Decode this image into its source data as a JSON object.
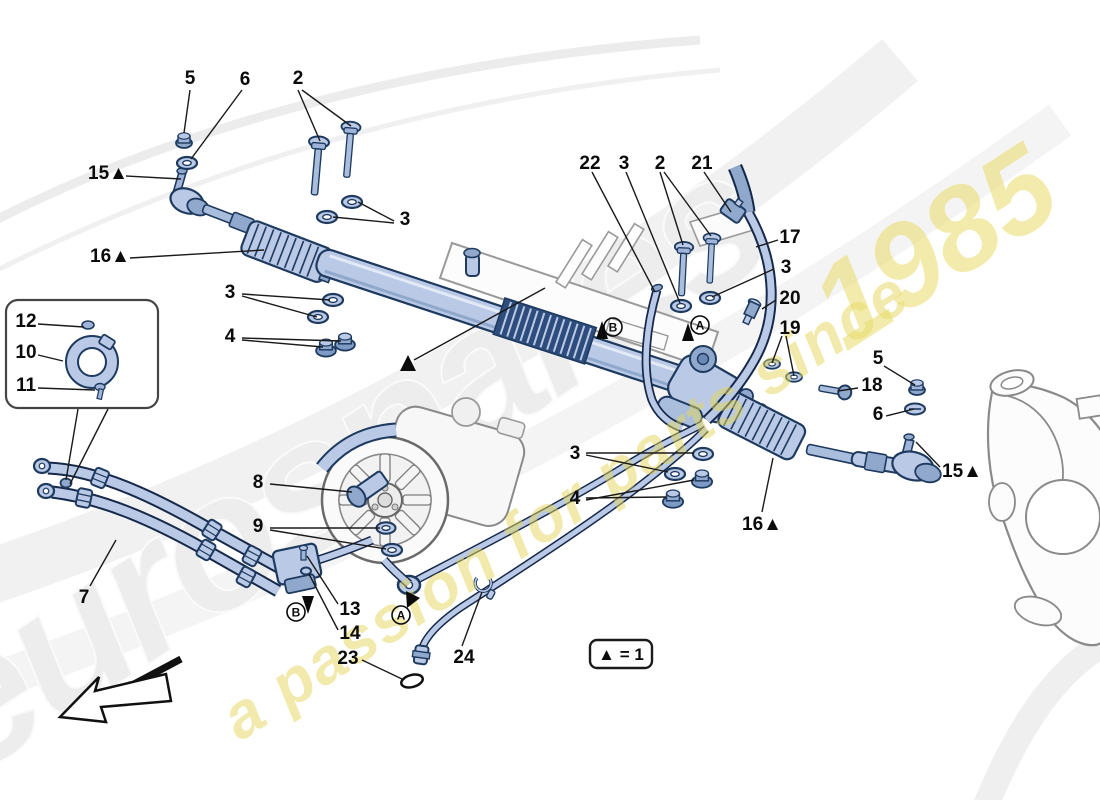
{
  "page": {
    "background": "#ffffff"
  },
  "watermark": {
    "brand": "eurospares",
    "tagline": "a passion for parts since",
    "year": "1985",
    "brand_color": "#ededed",
    "accent_color": "#e5d75c"
  },
  "legend": {
    "text": "▲ = 1"
  },
  "connectors": [
    {
      "letter": "B"
    },
    {
      "letter": "A"
    },
    {
      "letter": "B"
    },
    {
      "letter": "A"
    }
  ],
  "callouts": [
    {
      "text": "5"
    },
    {
      "text": "6"
    },
    {
      "text": "2"
    },
    {
      "text": "3"
    },
    {
      "text": "15▲"
    },
    {
      "text": "16▲"
    },
    {
      "text": "3"
    },
    {
      "text": "4"
    },
    {
      "text": "12"
    },
    {
      "text": "10"
    },
    {
      "text": "11"
    },
    {
      "text": "7"
    },
    {
      "text": "8"
    },
    {
      "text": "9"
    },
    {
      "text": "13"
    },
    {
      "text": "14"
    },
    {
      "text": "23"
    },
    {
      "text": "24"
    },
    {
      "text": "22"
    },
    {
      "text": "3"
    },
    {
      "text": "2"
    },
    {
      "text": "21"
    },
    {
      "text": "17"
    },
    {
      "text": "3"
    },
    {
      "text": "20"
    },
    {
      "text": "19"
    },
    {
      "text": "5"
    },
    {
      "text": "18"
    },
    {
      "text": "6"
    },
    {
      "text": "15▲"
    },
    {
      "text": "16▲"
    },
    {
      "text": "3"
    },
    {
      "text": "4"
    }
  ],
  "colors": {
    "part_fill": "#b9c9e6",
    "part_mid": "#8fa8cc",
    "part_dark": "#1e3a5f",
    "outline_gray": "#8a8a8a"
  }
}
